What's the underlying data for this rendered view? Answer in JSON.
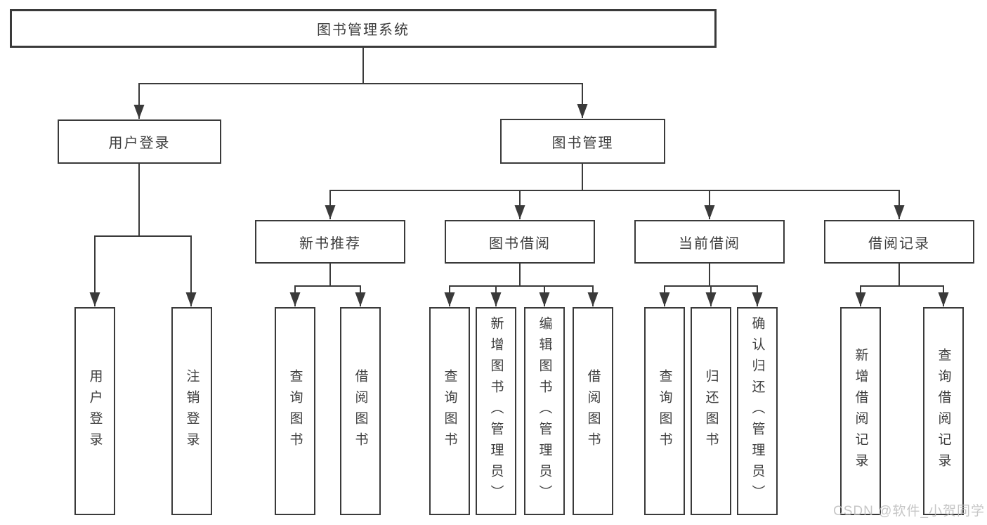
{
  "diagram": {
    "root": "图书管理系统",
    "level2": [
      {
        "label": "用户登录",
        "children": [
          "用户登录",
          "注销登录"
        ]
      },
      {
        "label": "图书管理",
        "sections": [
          {
            "label": "新书推荐",
            "children": [
              "查询图书",
              "借阅图书"
            ]
          },
          {
            "label": "图书借阅",
            "children": [
              "查询图书",
              "新增图书（管理员）",
              "编辑图书（管理员）",
              "借阅图书"
            ]
          },
          {
            "label": "当前借阅",
            "children": [
              "查询图书",
              "归还图书",
              "确认归还（管理员）"
            ]
          },
          {
            "label": "借阅记录",
            "children": [
              "新增借阅记录",
              "查询借阅记录"
            ]
          }
        ]
      }
    ]
  },
  "watermark": {
    "text": "CSDN @软件_小贺同学"
  },
  "colors": {
    "line": "#3a3a3a",
    "box_border": "#3a3a3a",
    "box_fill": "#ffffff",
    "text": "#3d3d3d",
    "background": "#ffffff",
    "watermark": "#bdbdbd"
  }
}
